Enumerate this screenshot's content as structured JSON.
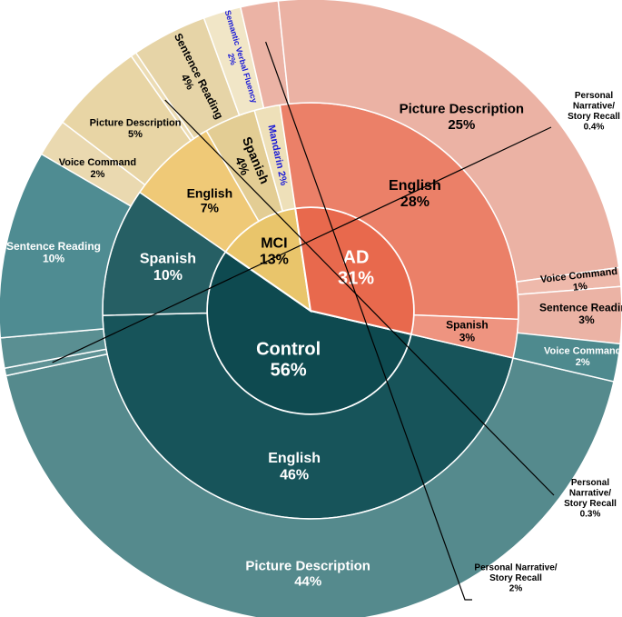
{
  "chart_data": {
    "type": "sunburst",
    "rings": [
      {
        "level": "diagnosis",
        "segments": [
          {
            "id": "control",
            "lines": [
              "Control",
              "56%"
            ],
            "value": 56,
            "color": "#0e4a50",
            "text_color": "#ffffff"
          },
          {
            "id": "mci",
            "lines": [
              "MCI",
              "13%"
            ],
            "value": 13,
            "color": "#e9c56b",
            "text_color": "#000000"
          },
          {
            "id": "ad",
            "lines": [
              "AD",
              "31%"
            ],
            "value": 31,
            "color": "#e8694d",
            "text_color": "#ffffff"
          }
        ]
      },
      {
        "level": "language",
        "segments": [
          {
            "id": "control-english",
            "lines": [
              "English",
              "46%"
            ],
            "value": 46,
            "color": "#17545a",
            "text_color": "#ffffff"
          },
          {
            "id": "control-spanish",
            "lines": [
              "Spanish",
              "10%"
            ],
            "value": 10,
            "color": "#265f64",
            "text_color": "#ffffff"
          },
          {
            "id": "mci-english",
            "lines": [
              "English",
              "7%"
            ],
            "value": 7,
            "color": "#efc977",
            "text_color": "#000000"
          },
          {
            "id": "mci-spanish",
            "lines": [
              "Spanish",
              "4%"
            ],
            "value": 4,
            "color": "#e3cd94",
            "text_color": "#000000"
          },
          {
            "id": "mci-mandarin",
            "lines": [
              "Mandarin 2%"
            ],
            "value": 2,
            "color": "#eee0b9",
            "text_color": "#1a1ad6"
          },
          {
            "id": "ad-english",
            "lines": [
              "English",
              "28%"
            ],
            "value": 28,
            "color": "#eb8068",
            "text_color": "#000000"
          },
          {
            "id": "ad-spanish",
            "lines": [
              "Spanish",
              "3%"
            ],
            "value": 3,
            "color": "#ee9480",
            "text_color": "#000000"
          }
        ]
      },
      {
        "level": "task",
        "segments": [
          {
            "id": "ce-picture",
            "lines": [
              "Picture Description",
              "44%"
            ],
            "value": 44,
            "color": "#558a8d",
            "text_color": "#ffffff"
          },
          {
            "id": "ce-narrative",
            "lines": [],
            "value": 0.4,
            "color": "#5f9295",
            "text_color": "#000000"
          },
          {
            "id": "ce-gap",
            "lines": [],
            "value": 1.6,
            "color": "#5a8f92",
            "text_color": "#000000"
          },
          {
            "id": "cs-sentence",
            "lines": [
              "Sentence Reading",
              "10%"
            ],
            "value": 10,
            "color": "#4f8c92",
            "text_color": "#ffffff"
          },
          {
            "id": "me-voice",
            "lines": [
              "Voice Command",
              "2%"
            ],
            "value": 2,
            "color": "#ead9b0",
            "text_color": "#000000"
          },
          {
            "id": "me-picture",
            "lines": [
              "Picture Description",
              "5%"
            ],
            "value": 5,
            "color": "#e8d5a5",
            "text_color": "#000000"
          },
          {
            "id": "me-narrative",
            "lines": [],
            "value": 0.3,
            "color": "#ecdcb4",
            "text_color": "#000000"
          },
          {
            "id": "ms-sentence",
            "lines": [
              "Sentence Reading",
              "4%"
            ],
            "value": 4,
            "color": "#e6d4a7",
            "text_color": "#000000"
          },
          {
            "id": "mm-verbal",
            "lines": [
              "Semantic Verbal Fluency",
              "2%"
            ],
            "value": 2,
            "color": "#f1e6c7",
            "text_color": "#1a1ad6"
          },
          {
            "id": "ae-narrative",
            "lines": [],
            "value": 2,
            "color": "#ebb3a5",
            "text_color": "#000000"
          },
          {
            "id": "ae-picture",
            "lines": [
              "Picture Description",
              "25%"
            ],
            "value": 25,
            "color": "#ebb2a4",
            "text_color": "#000000"
          },
          {
            "id": "ae-voice",
            "lines": [
              "Voice Command",
              "1%"
            ],
            "value": 1,
            "color": "#eeb9ab",
            "text_color": "#000000"
          },
          {
            "id": "as-sentence",
            "lines": [
              "Sentence Reading",
              "3%"
            ],
            "value": 3,
            "color": "#ebb3a5",
            "text_color": "#000000"
          },
          {
            "id": "ac-voice",
            "lines": [
              "Voice Command",
              "2%"
            ],
            "value": 2,
            "color": "#4e8a8e",
            "text_color": "#ffffff"
          }
        ]
      }
    ],
    "callouts": [
      {
        "id": "callout-control-narrative",
        "segment": "ce-narrative",
        "lines": [
          "Personal",
          "Narrative/",
          "Story Recall",
          "0.4%"
        ]
      },
      {
        "id": "callout-mci-narrative",
        "segment": "me-narrative",
        "lines": [
          "Personal",
          "Narrative/",
          "Story Recall",
          "0.3%"
        ]
      },
      {
        "id": "callout-ad-narrative",
        "segment": "ae-narrative",
        "lines": [
          "Personal Narrative/",
          "Story Recall",
          "2%"
        ]
      }
    ]
  }
}
